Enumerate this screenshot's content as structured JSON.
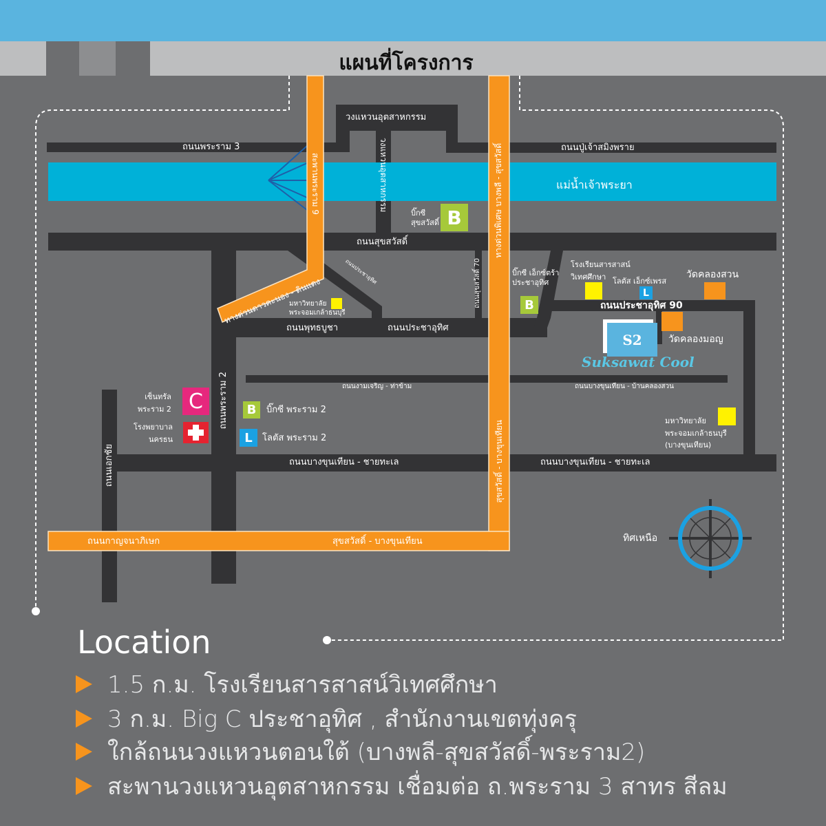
{
  "header": {
    "title": "แผนที่โครงการ"
  },
  "roads": {
    "rama3": "ถนนพระราม 3",
    "ring_top": "วงแหวนอุตสาหกรรม",
    "ring_vertical": "วงแหวนอุตสาหกรรม",
    "pu_chao": "ถนนปู่เจ้าสมิงพราย",
    "river": "แม่น้ำเจ้าพระยา",
    "rama9_bridge": "สะพานพระราม 9",
    "expressway_left": "ทางด่วนดาวคะนอง - ดินแดง",
    "expressway_right": "ทางด่วนพิเศษ บางพลี - สุขสวัสดิ์",
    "suksawat": "ถนนสุขสวัสดิ์",
    "phutthabucha": "ถนนพุทธบูชา",
    "pracha_uthit": "ถนนประชาอุทิศ",
    "pracha_uthit_small": "ถนนประชาอุทิศ",
    "suksawat70": "ถนนสุขสวัสดิ์ 70",
    "pracha_uthit90": "ถนนประชาอุทิศ 90",
    "ngamcharoen": "ถนนงามเจริญ - ท่าข้าม",
    "bangkhunthian_klongsuan": "ถนนบางขุนเทียน - บ้านคลองสวน",
    "rama2": "ถนนพระราม 2",
    "ekkachai": "ถนนเอกชัย",
    "bkt_left": "ถนนบางขุนเทียน - ชายทะเล",
    "bkt_right": "ถนนบางขุนเทียน - ชายทะเล",
    "suksawat_bkt_vertical": "สุขสวัสดิ์ - บางขุนเทียน",
    "kanchanaphisek": "ถนนกาญจนาภิเษก",
    "suksawat_bkt_bottom": "สุขสวัสดิ์ - บางขุนเทียน"
  },
  "places": {
    "bigc_suksawat": [
      "บิ๊กซี",
      "สุขสวัสดิ์"
    ],
    "bigc_extra": [
      "บิ๊กซี เอ็กซ์ตร้า",
      "ประชาอุทิศ"
    ],
    "school": [
      "โรงเรียนสารสาสน์",
      "วิเทศศึกษา"
    ],
    "lotus_express": "โลตัส เอ็กซ์เพรส",
    "wat_klongsuan": "วัดคลองสวน",
    "wat_klongmon": "วัดคลองมอญ",
    "kmutt": [
      "มหาวิทยาลัย",
      "พระจอมเกล้าธนบุรี"
    ],
    "kmutt_bkt": [
      "มหาวิทยาลัย",
      "พระจอมเกล้าธนบุรี",
      "(บางขุนเทียน)"
    ],
    "central": [
      "เซ็นทรัล",
      "พระราม 2"
    ],
    "hospital": [
      "โรงพยาบาล",
      "นครธน"
    ],
    "bigc_rama2": "บิ๊กซี พระราม 2",
    "lotus_rama2": "โลตัส พระราม 2",
    "project": "Suksawat Cool",
    "project_logo": "S2"
  },
  "markers": {
    "bigc": "B",
    "lotus": "L",
    "central": "C"
  },
  "compass": {
    "label": "ทิศเหนือ"
  },
  "location": {
    "title": "Location",
    "items": [
      "1.5 ก.ม. โรงเรียนสารสาสน์วิเทศศึกษา",
      "3 ก.ม. Big C ประชาอุทิศ , สำนักงานเขตทุ่งครุ",
      "ใกล้ถนนวงแหวนตอนใต้ (บางพลี-สุขสวัสดิ์-พระราม2)",
      "สะพานวงแหวนอุตสาหกรรม เชื่อมต่อ ถ.พระราม 3 สาทร สีลม"
    ]
  },
  "colors": {
    "top_bar": "#5ab4df",
    "road": "#333335",
    "river": "#00b1d8",
    "expressway": "#f7941d",
    "bigc": "#a6c93a",
    "lotus": "#1ba1e2",
    "central": "#e6287d",
    "hospital": "#e52330",
    "school": "#fff200",
    "temple": "#f7941d"
  }
}
